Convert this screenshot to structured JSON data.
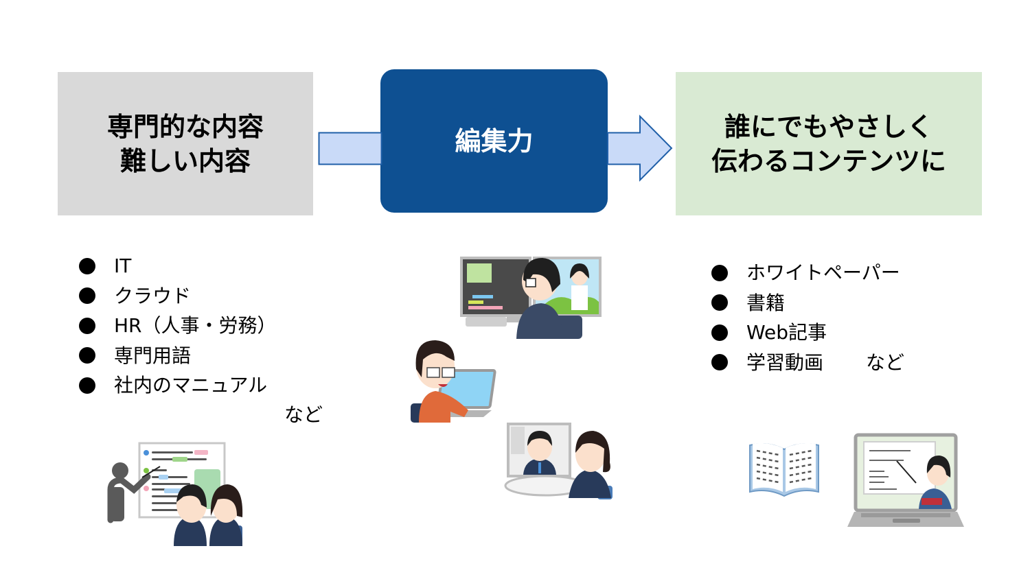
{
  "diagram": {
    "source_box": {
      "lines": [
        "専門的な内容",
        "難しい内容"
      ],
      "color": "#d9d9d9"
    },
    "process_box": {
      "label": "編集力",
      "color": "#0e5092",
      "text_color": "#ffffff"
    },
    "result_box": {
      "lines": [
        "誰にでもやさしく",
        "伝わるコンテンツに"
      ],
      "color": "#d9ead3"
    },
    "arrow_color": "#c9daf8",
    "arrow_stroke": "#1f5fa8",
    "source_examples": {
      "items": [
        "IT",
        "クラウド",
        "HR（人事・労務）",
        "専門用語",
        "社内のマニュアル"
      ],
      "etc": "など"
    },
    "result_examples": {
      "items": [
        "ホワイトペーパー",
        "書籍",
        "Web記事",
        "学習動画"
      ],
      "etc": "など"
    },
    "illustrations": {
      "left": "presentation-confused-audience",
      "middle": [
        "video-editing-dual-monitor",
        "woman-typing-laptop",
        "video-call-interview"
      ],
      "right": [
        "open-book",
        "online-lesson-laptop"
      ]
    }
  }
}
